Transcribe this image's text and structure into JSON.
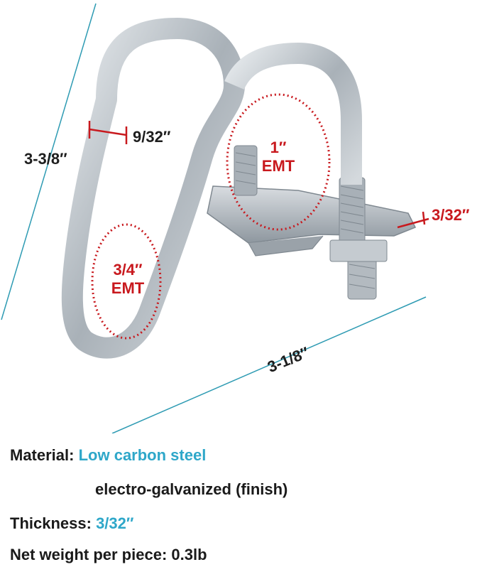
{
  "colors": {
    "accent": "#2ea7c9",
    "dimension_red": "#c8191e",
    "guide_line": "#2e9bb3",
    "metal": "#b9c0c6"
  },
  "dimensions": {
    "height": "3-3/8″",
    "wire_dia": "9/32″",
    "width": "3-1/8″",
    "plate_thickness": "3/32″",
    "large_loop": {
      "size": "1″",
      "unit": "EMT"
    },
    "small_loop": {
      "size": "3/4″",
      "unit": "EMT"
    }
  },
  "specs": {
    "material_label": "Material:",
    "material_value": "Low carbon steel",
    "finish": "electro-galvanized (finish)",
    "thickness_label": "Thickness:",
    "thickness_value": "3/32″",
    "weight_label": "Net weight per piece:",
    "weight_value": "0.3lb"
  }
}
